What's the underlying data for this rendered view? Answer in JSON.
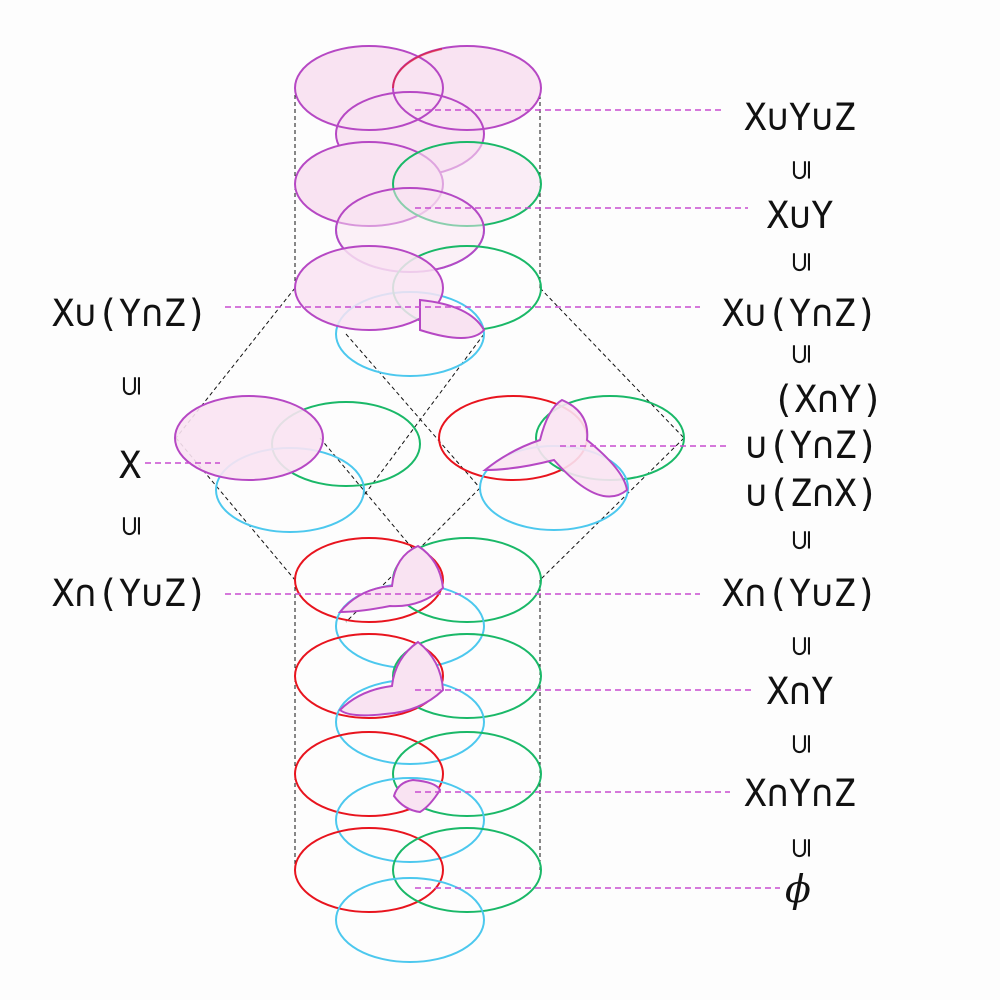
{
  "colors": {
    "x_circle": "#e8141e",
    "y_circle": "#1ab868",
    "z_circle": "#4cc8ee",
    "highlight_stroke": "#b648c4",
    "highlight_fill": "#f9e3f2",
    "leader": "#c84cd0",
    "frame": "#111111"
  },
  "right_labels": {
    "xuyuz": "X∪Y∪Z",
    "xuy": "X∪Y",
    "xu_ynz": "X∪(Y∩Z)",
    "mid_1": "(X∩Y)",
    "mid_2": "∪(Y∩Z)",
    "mid_3": "∪(Z∩X)",
    "xn_yuz": "X∩(Y∪Z)",
    "xny": "X∩Y",
    "xnynz": "X∩Y∩Z",
    "empty": "ϕ"
  },
  "left_labels": {
    "xu_ynz": "X∪(Y∩Z)",
    "x": "X",
    "xn_yuz": "X∩(Y∪Z)"
  },
  "relation_symbol": "⊆"
}
